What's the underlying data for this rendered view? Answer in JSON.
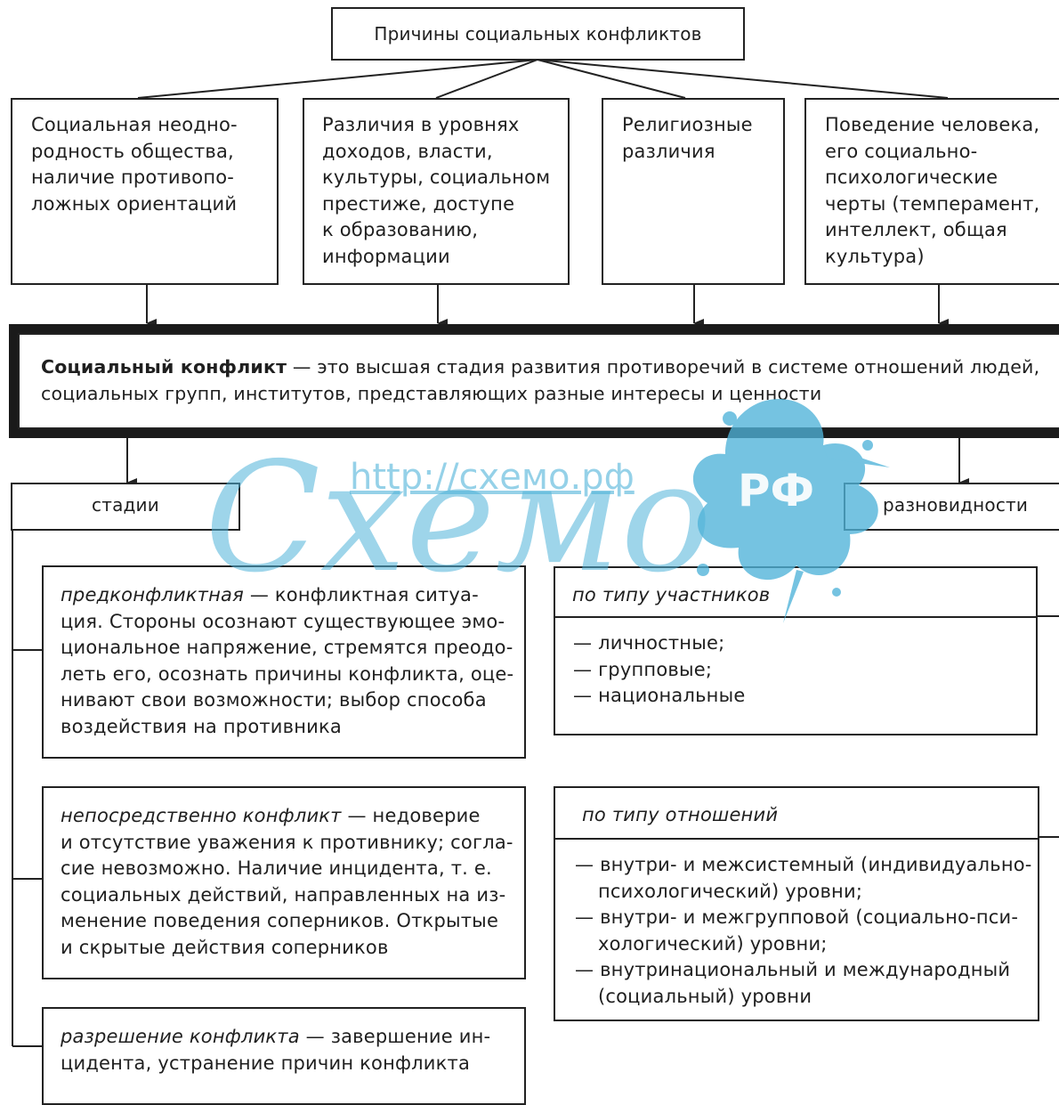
{
  "title": "Причины социальных конфликтов",
  "causes": [
    {
      "lines": [
        "Социальная неодно-",
        "родность общества,",
        "наличие противопо-",
        "ложных ориентаций"
      ]
    },
    {
      "lines": [
        "Различия в уровнях",
        "доходов, власти,",
        "культуры, социальном",
        "престиже, доступе",
        "к образованию,",
        "информации"
      ]
    },
    {
      "lines": [
        "Религиозные",
        "различия"
      ]
    },
    {
      "lines": [
        "Поведение человека,",
        "его социально-",
        "психологические",
        "черты (темперамент,",
        "интеллект, общая",
        "культура)"
      ]
    }
  ],
  "definition": {
    "term": "Социальный конфликт",
    "line1_rest": " — это высшая стадия развития противоречий в системе отношений людей,",
    "line2": "социальных групп, институтов, представляющих разные интересы и ценности"
  },
  "stages": {
    "label": "стадии",
    "items": [
      {
        "term": "предконфликтная",
        "line1_rest": " — конфликтная ситуа-",
        "rest_lines": [
          "ция. Стороны осознают существующее эмо-",
          "циональное напряжение, стремятся преодо-",
          "леть его, осознать причины конфликта, оце-",
          "нивают свои возможности; выбор способа",
          "воздействия на противника"
        ]
      },
      {
        "term": "непосредственно конфликт",
        "line1_rest": " — недоверие",
        "rest_lines": [
          "и отсутствие уважения к противнику; согла-",
          "сие невозможно. Наличие инцидента, т. е.",
          "социальных действий, направленных на из-",
          "менение поведения соперников. Открытые",
          "и скрытые действия соперников"
        ]
      },
      {
        "term": "разрешение конфликта",
        "line1_rest": " — завершение ин-",
        "rest_lines": [
          "цидента, устранение причин конфликта"
        ]
      }
    ]
  },
  "types": {
    "label": "разновидности",
    "groups": [
      {
        "title": "по типу участников",
        "lines": [
          "— личностные;",
          "— групповые;",
          "— национальные"
        ]
      },
      {
        "title": "по типу отношений",
        "lines": [
          "— внутри- и межсистемный (индивидуально-",
          "психологический) уровни;",
          "— внутри- и межгрупповой (социально-пси-",
          "хологический) уровни;",
          "— внутринациональный и международный",
          "(социальный) уровни"
        ]
      }
    ]
  },
  "watermark": {
    "url": "http://схемо.рф",
    "brand": "Схемо",
    "badge": "РФ",
    "color": "#4fb3d9"
  }
}
